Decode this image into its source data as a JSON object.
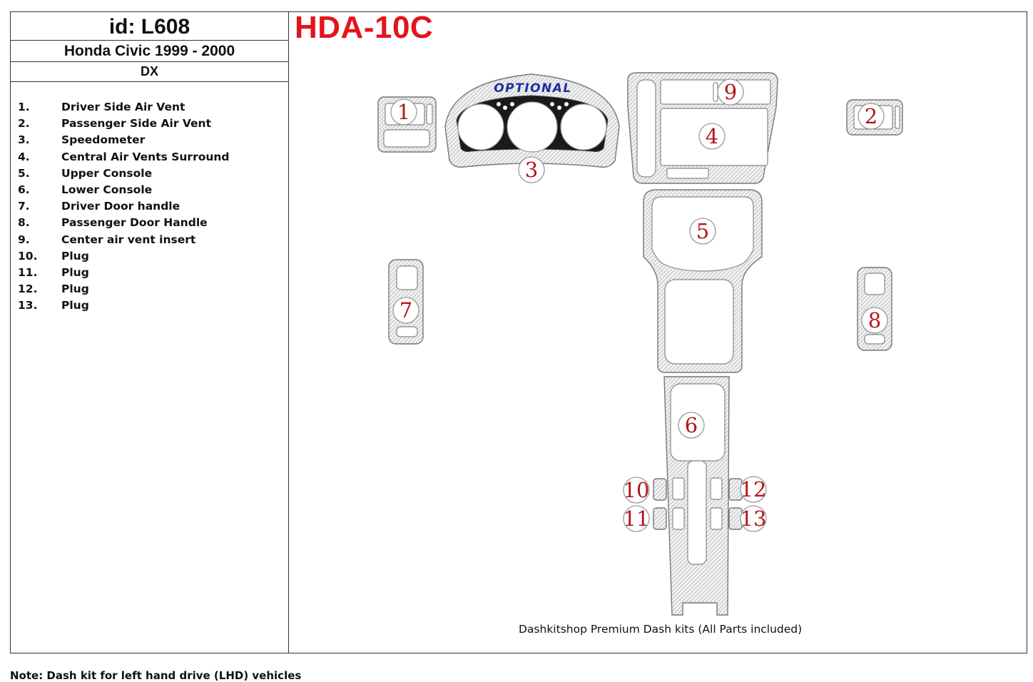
{
  "header": {
    "id_label": "id: L608",
    "model": "Honda Civic 1999 - 2000",
    "trim": "DX"
  },
  "code": "HDA-10C",
  "parts": [
    {
      "num": "1.",
      "name": "Driver Side Air Vent"
    },
    {
      "num": "2.",
      "name": "Passenger Side Air Vent"
    },
    {
      "num": "3.",
      "name": "Speedometer"
    },
    {
      "num": "4.",
      "name": "Central Air Vents Surround"
    },
    {
      "num": "5.",
      "name": "Upper Console"
    },
    {
      "num": "6.",
      "name": "Lower Console"
    },
    {
      "num": "7.",
      "name": "Driver Door handle"
    },
    {
      "num": "8.",
      "name": "Passenger Door Handle"
    },
    {
      "num": "9.",
      "name": "Center air vent insert"
    },
    {
      "num": "10.",
      "name": "Plug"
    },
    {
      "num": "11.",
      "name": "Plug"
    },
    {
      "num": "12.",
      "name": "Plug"
    },
    {
      "num": "13.",
      "name": "Plug"
    }
  ],
  "optional_label": "OPTIONAL",
  "badges": [
    "1",
    "2",
    "3",
    "4",
    "5",
    "6",
    "7",
    "8",
    "9",
    "10",
    "11",
    "12",
    "13"
  ],
  "caption": "Dashkitshop Premium Dash kits (All Parts included)",
  "note": "Note: Dash kit for left hand drive (LHD)  vehicles",
  "colors": {
    "code_red": "#e3141b",
    "badge_red": "#b3151b",
    "optional_blue": "#1f2fa6"
  }
}
